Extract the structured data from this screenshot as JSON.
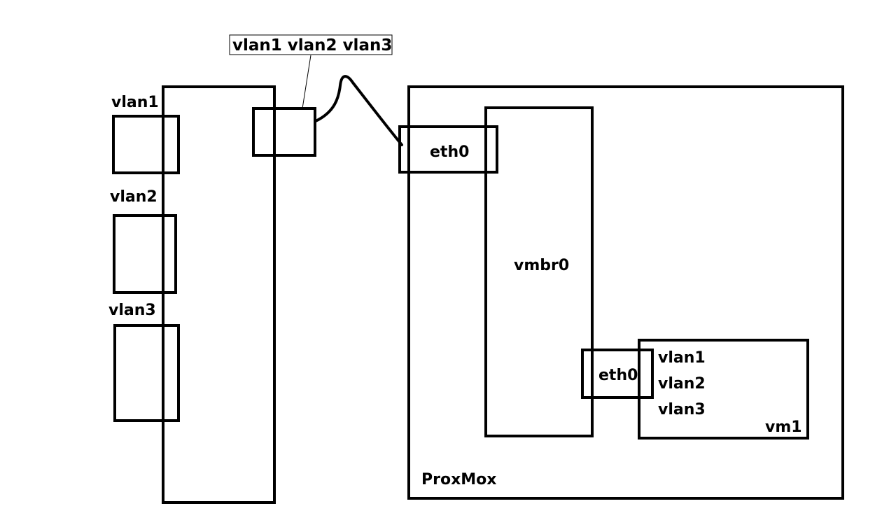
{
  "switch": {
    "port_labels": [
      "vlan1",
      "vlan2",
      "vlan3"
    ],
    "trunk_callout": "vlan1 vlan2 vlan3"
  },
  "proxmox": {
    "label": "ProxMox",
    "uplink_label": "eth0",
    "bridge_label": "vmbr0",
    "vm": {
      "nic_label": "eth0",
      "vlans": [
        "vlan1",
        "vlan2",
        "vlan3"
      ],
      "name": "vm1"
    }
  },
  "colors": {
    "stroke": "#000000",
    "background": "#ffffff"
  }
}
